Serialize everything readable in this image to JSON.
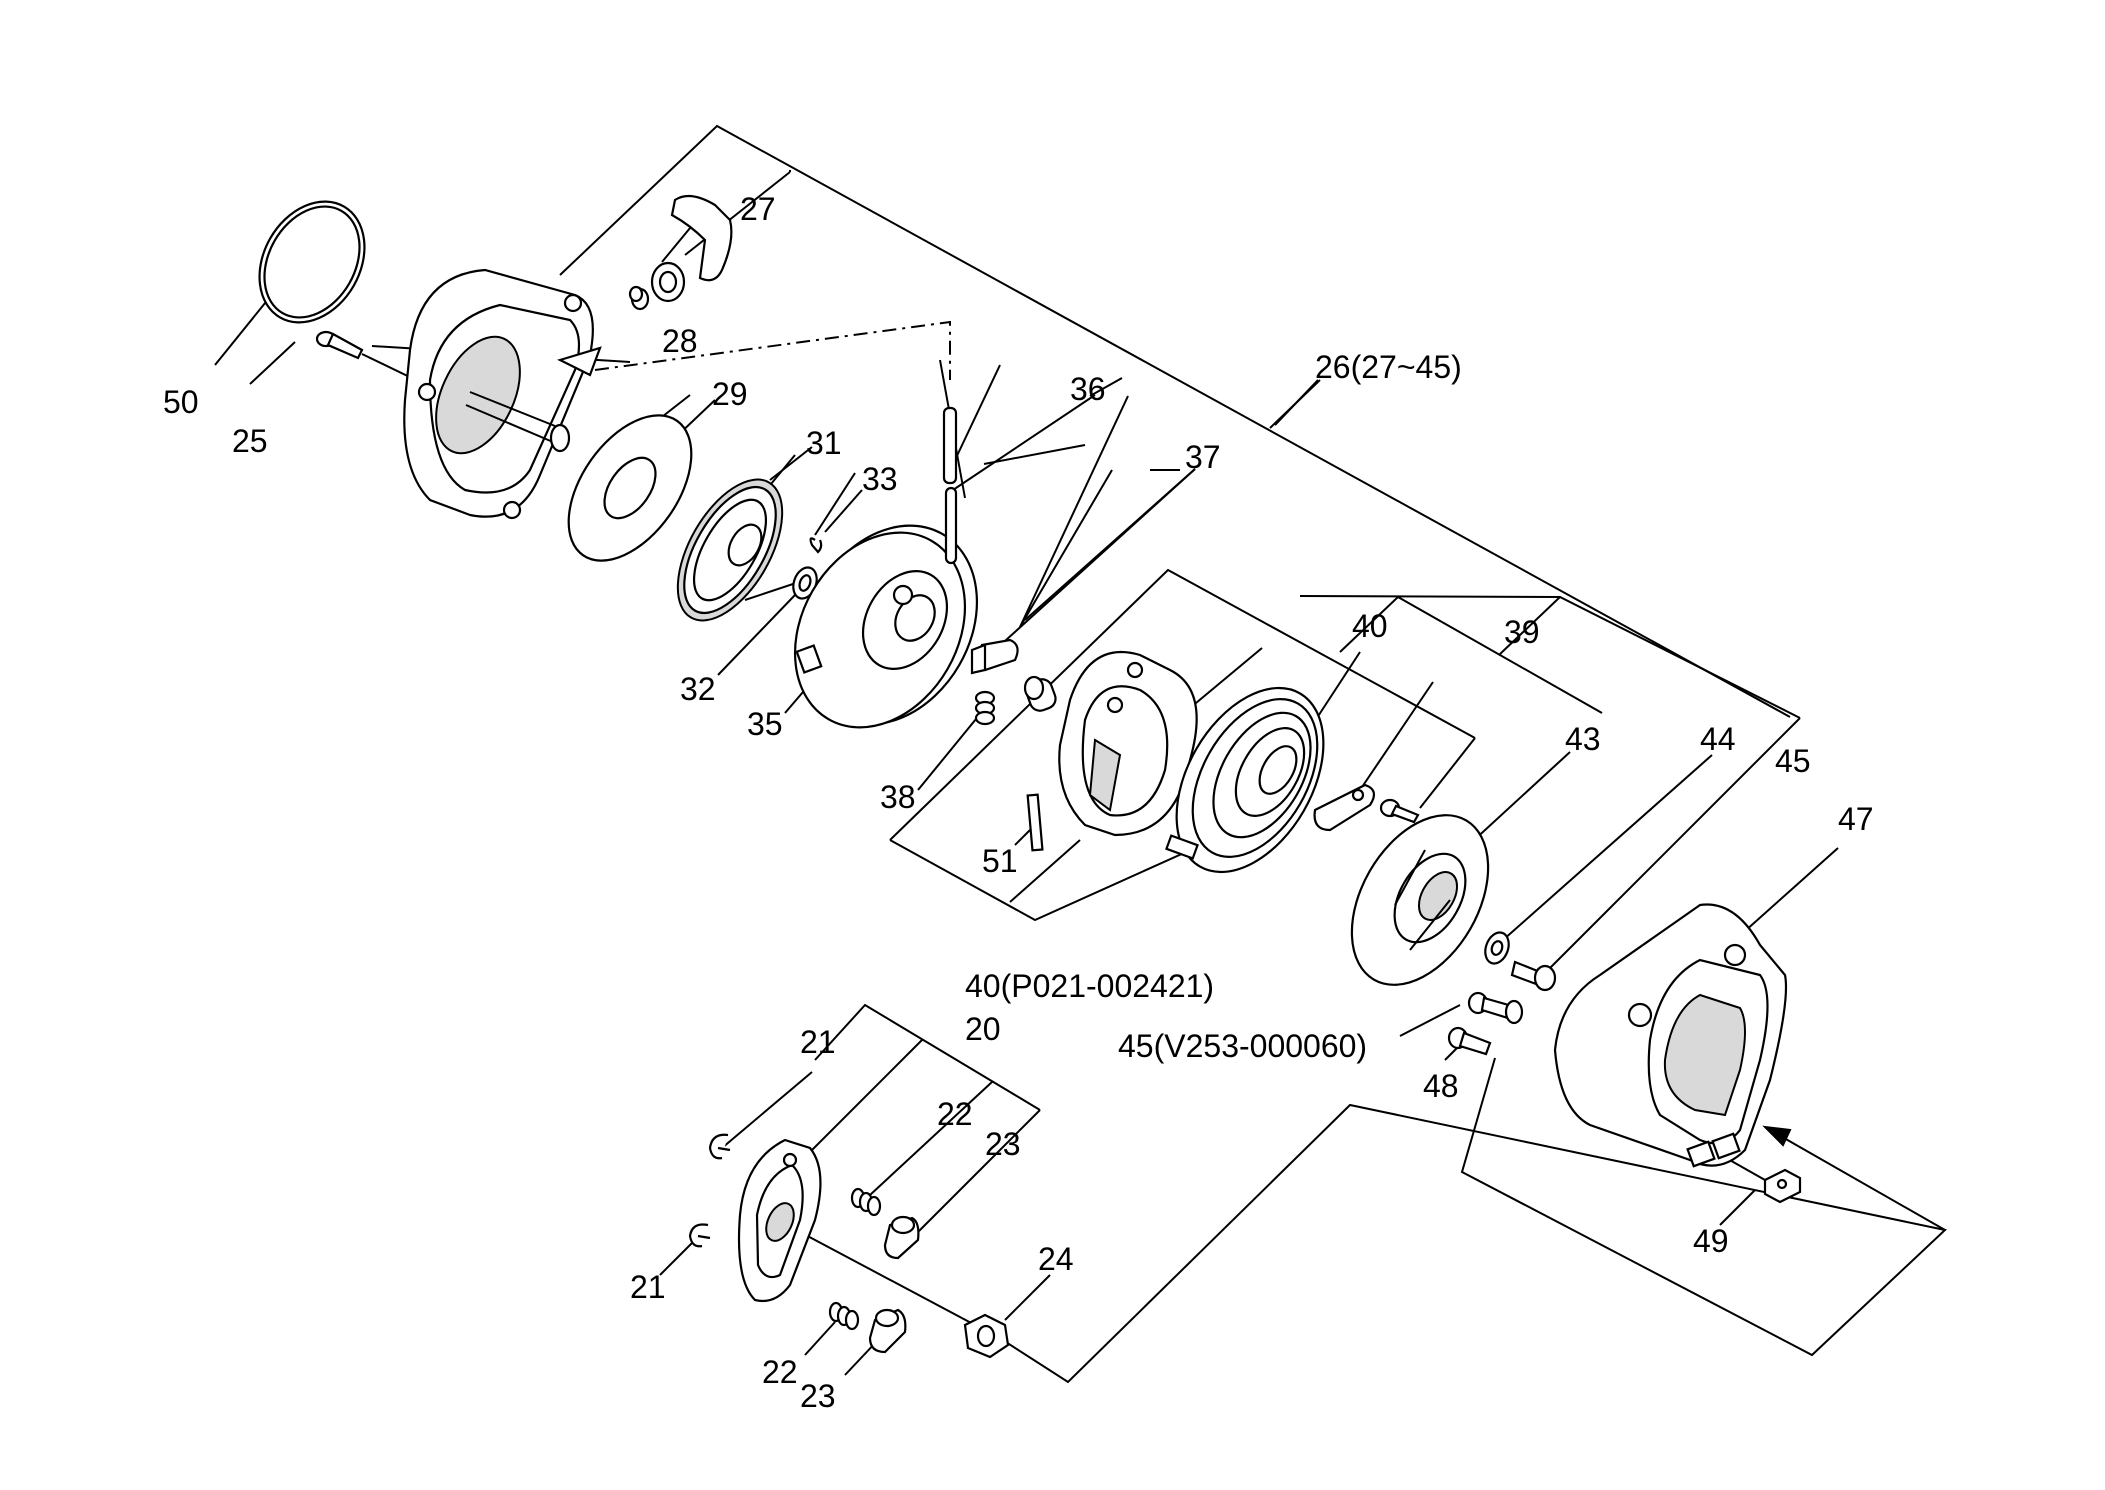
{
  "labels": {
    "l20": "20",
    "l21a": "21",
    "l21b": "21",
    "l22a": "22",
    "l22b": "22",
    "l23a": "23",
    "l23b": "23",
    "l24": "24",
    "l25": "25",
    "l26": "26(27~45)",
    "l27": "27",
    "l28": "28",
    "l29": "29",
    "l31": "31",
    "l32": "32",
    "l33": "33",
    "l35": "35",
    "l36": "36",
    "l37": "37",
    "l38": "38",
    "l39": "39",
    "l40": "40",
    "l40p": "40(P021-002421)",
    "l43": "43",
    "l44": "44",
    "l45": "45",
    "l45v": "45(V253-000060)",
    "l47": "47",
    "l48": "48",
    "l49": "49",
    "l50": "50",
    "l51": "51"
  }
}
